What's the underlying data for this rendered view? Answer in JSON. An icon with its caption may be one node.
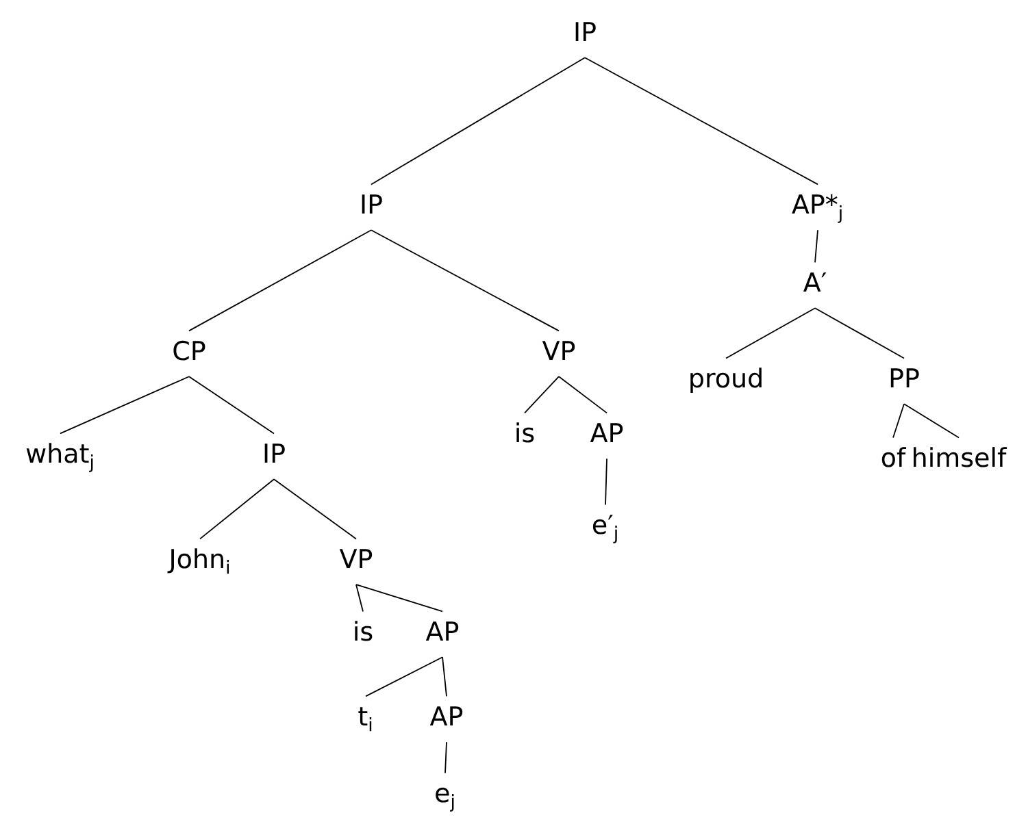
{
  "diagram": {
    "nodes": [
      {
        "text": [
          "IP"
        ]
      },
      {
        "text": [
          "IP"
        ]
      },
      {
        "text": [
          "AP*$_{j}$"
        ]
      },
      {
        "text": [
          "A′"
        ]
      },
      {
        "text": [
          "CP"
        ]
      },
      {
        "text": [
          "VP"
        ]
      },
      {
        "text": [
          "proud"
        ]
      },
      {
        "text": [
          "PP"
        ]
      },
      {
        "text": [
          "what$_{j}$"
        ]
      },
      {
        "text": [
          "IP"
        ]
      },
      {
        "text": [
          "is"
        ]
      },
      {
        "text": [
          "AP"
        ]
      },
      {
        "text": [
          "of"
        ]
      },
      {
        "text": [
          "himself"
        ]
      },
      {
        "text": [
          "e′$_{j}$"
        ]
      },
      {
        "text": [
          "John$_{i}$"
        ]
      },
      {
        "text": [
          "VP"
        ]
      },
      {
        "text": [
          "is"
        ]
      },
      {
        "text": [
          "AP"
        ]
      },
      {
        "text": [
          "t$_{i}$"
        ]
      },
      {
        "text": [
          "AP"
        ]
      },
      {
        "text": [
          "e$_{j}$"
        ]
      }
    ],
    "edges": [
      {
        "from": 0,
        "to": 1,
        "arrow": "none"
      },
      {
        "from": 0,
        "to": 2,
        "arrow": "none"
      },
      {
        "from": 2,
        "to": 3,
        "arrow": "none"
      },
      {
        "from": 1,
        "to": 4,
        "arrow": "none"
      },
      {
        "from": 1,
        "to": 5,
        "arrow": "none"
      },
      {
        "from": 3,
        "to": 6,
        "arrow": "none"
      },
      {
        "from": 3,
        "to": 7,
        "arrow": "none"
      },
      {
        "from": 4,
        "to": 8,
        "arrow": "none"
      },
      {
        "from": 4,
        "to": 9,
        "arrow": "none"
      },
      {
        "from": 5,
        "to": 10,
        "arrow": "none"
      },
      {
        "from": 5,
        "to": 11,
        "arrow": "none"
      },
      {
        "from": 7,
        "to": 12,
        "arrow": "none"
      },
      {
        "from": 7,
        "to": 13,
        "arrow": "none"
      },
      {
        "from": 11,
        "to": 14,
        "arrow": "none"
      },
      {
        "from": 9,
        "to": 15,
        "arrow": "none"
      },
      {
        "from": 9,
        "to": 16,
        "arrow": "none"
      },
      {
        "from": 16,
        "to": 17,
        "arrow": "none"
      },
      {
        "from": 16,
        "to": 18,
        "arrow": "none"
      },
      {
        "from": 18,
        "to": 19,
        "arrow": "none"
      },
      {
        "from": 18,
        "to": 20,
        "arrow": "none"
      },
      {
        "from": 20,
        "to": 21,
        "arrow": "none"
      }
    ]
  }
}
